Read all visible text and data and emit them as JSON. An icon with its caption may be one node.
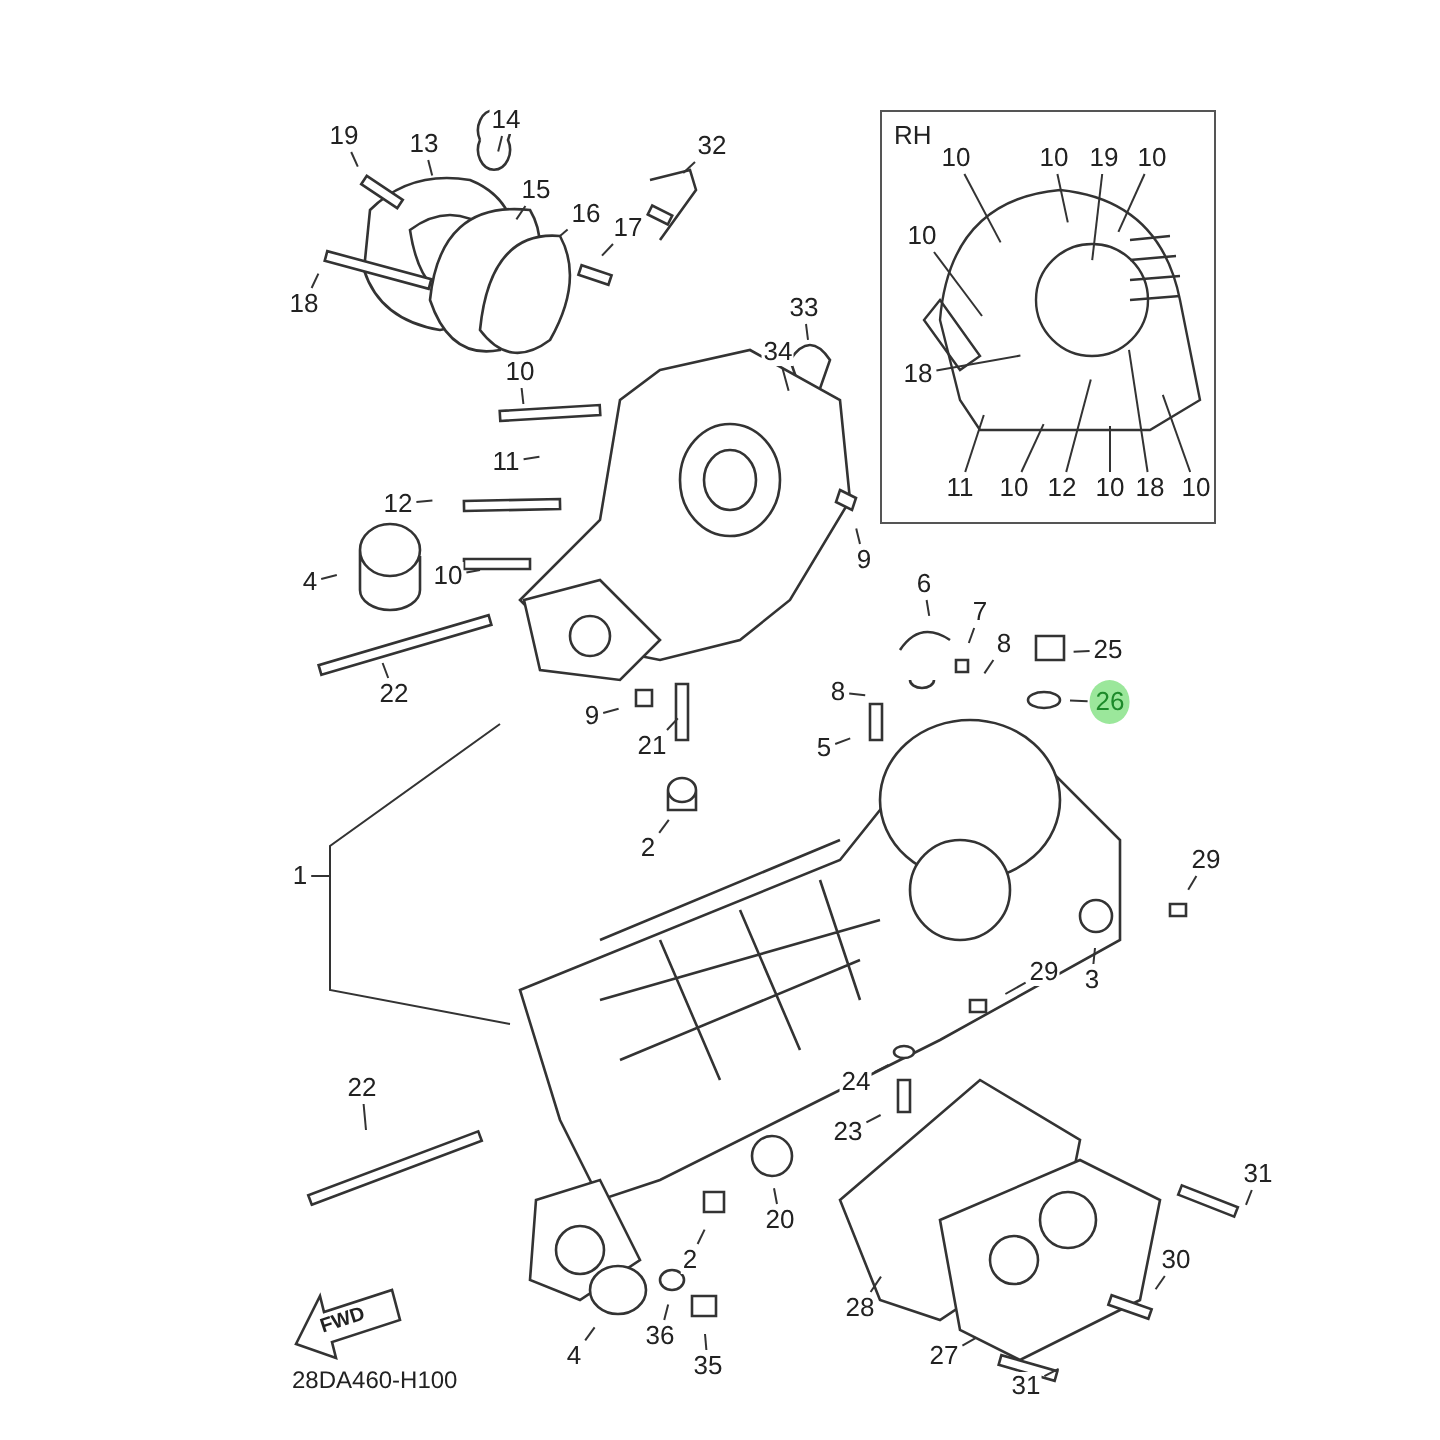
{
  "diagram": {
    "nodes": [
      {
        "text": [
          "14"
        ]
      },
      {
        "text": [
          "19"
        ]
      },
      {
        "text": [
          "13"
        ]
      },
      {
        "text": [
          "15"
        ]
      },
      {
        "text": [
          "16"
        ]
      },
      {
        "text": [
          "17"
        ]
      },
      {
        "text": [
          "18"
        ]
      },
      {
        "text": [
          "32"
        ]
      },
      {
        "text": [
          "33"
        ]
      },
      {
        "text": [
          "34"
        ]
      },
      {
        "text": [
          "10"
        ]
      },
      {
        "text": [
          "11"
        ]
      },
      {
        "text": [
          "12"
        ]
      },
      {
        "text": [
          "9"
        ]
      },
      {
        "text": [
          "4"
        ]
      },
      {
        "text": [
          "10"
        ]
      },
      {
        "text": [
          "22"
        ]
      },
      {
        "text": [
          "9"
        ]
      },
      {
        "text": [
          "21"
        ]
      },
      {
        "text": [
          "2"
        ]
      },
      {
        "text": [
          "1"
        ]
      },
      {
        "text": [
          "6"
        ]
      },
      {
        "text": [
          "7"
        ]
      },
      {
        "text": [
          "8"
        ]
      },
      {
        "text": [
          "25"
        ]
      },
      {
        "text": [
          "8"
        ]
      },
      {
        "text": [
          "26"
        ]
      },
      {
        "text": [
          "5"
        ]
      },
      {
        "text": [
          "29"
        ]
      },
      {
        "text": [
          "3"
        ]
      },
      {
        "text": [
          "29"
        ]
      },
      {
        "text": [
          "24"
        ]
      },
      {
        "text": [
          "23"
        ]
      },
      {
        "text": [
          "22"
        ]
      },
      {
        "text": [
          "20"
        ]
      },
      {
        "text": [
          "2"
        ]
      },
      {
        "text": [
          "36"
        ]
      },
      {
        "text": [
          "4"
        ]
      },
      {
        "text": [
          "35"
        ]
      },
      {
        "text": [
          "28"
        ]
      },
      {
        "text": [
          "27"
        ]
      },
      {
        "text": [
          "31"
        ]
      },
      {
        "text": [
          "30"
        ]
      },
      {
        "text": [
          "31"
        ]
      },
      {
        "text": [
          "RH"
        ]
      },
      {
        "text": [
          "10"
        ],
        "in": 44
      },
      {
        "text": [
          "10"
        ],
        "in": 44
      },
      {
        "text": [
          "19"
        ],
        "in": 44
      },
      {
        "text": [
          "10"
        ],
        "in": 44
      },
      {
        "text": [
          "10"
        ],
        "in": 44
      },
      {
        "text": [
          "18"
        ],
        "in": 44
      },
      {
        "text": [
          "11"
        ],
        "in": 44
      },
      {
        "text": [
          "10"
        ],
        "in": 44
      },
      {
        "text": [
          "12"
        ],
        "in": 44
      },
      {
        "text": [
          "10"
        ],
        "in": 44
      },
      {
        "text": [
          "18"
        ],
        "in": 44
      },
      {
        "text": [
          "10"
        ],
        "in": 44
      }
    ],
    "edges": [
      {
        "from": 0,
        "to": null,
        "arrow": "none"
      },
      {
        "from": 1,
        "to": null,
        "arrow": "none"
      },
      {
        "from": 2,
        "to": null,
        "arrow": "none"
      },
      {
        "from": 3,
        "to": null,
        "arrow": "none"
      },
      {
        "from": 4,
        "to": null,
        "arrow": "none"
      },
      {
        "from": 5,
        "to": null,
        "arrow": "none"
      },
      {
        "from": 6,
        "to": null,
        "arrow": "none"
      },
      {
        "from": 7,
        "to": null,
        "arrow": "none"
      },
      {
        "from": 8,
        "to": null,
        "arrow": "none"
      },
      {
        "from": 9,
        "to": null,
        "arrow": "none"
      },
      {
        "from": 10,
        "to": null,
        "arrow": "none"
      },
      {
        "from": 11,
        "to": null,
        "arrow": "none"
      },
      {
        "from": 12,
        "to": null,
        "arrow": "none"
      },
      {
        "from": 13,
        "to": null,
        "arrow": "none"
      },
      {
        "from": 14,
        "to": null,
        "arrow": "none"
      },
      {
        "from": 15,
        "to": null,
        "arrow": "none"
      },
      {
        "from": 16,
        "to": null,
        "arrow": "none"
      },
      {
        "from": 17,
        "to": null,
        "arrow": "none"
      },
      {
        "from": 18,
        "to": null,
        "arrow": "none"
      },
      {
        "from": 19,
        "to": null,
        "arrow": "none"
      },
      {
        "from": 20,
        "to": null,
        "arrow": "none"
      },
      {
        "from": 21,
        "to": null,
        "arrow": "none"
      },
      {
        "from": 22,
        "to": null,
        "arrow": "none"
      },
      {
        "from": 23,
        "to": null,
        "arrow": "none"
      },
      {
        "from": 24,
        "to": null,
        "arrow": "none"
      },
      {
        "from": 25,
        "to": null,
        "arrow": "none"
      },
      {
        "from": 26,
        "to": null,
        "arrow": "none"
      },
      {
        "from": 27,
        "to": null,
        "arrow": "none"
      },
      {
        "from": 28,
        "to": null,
        "arrow": "none"
      },
      {
        "from": 29,
        "to": null,
        "arrow": "none"
      },
      {
        "from": 30,
        "to": null,
        "arrow": "none"
      },
      {
        "from": 31,
        "to": null,
        "arrow": "none"
      },
      {
        "from": 32,
        "to": null,
        "arrow": "none"
      },
      {
        "from": 33,
        "to": null,
        "arrow": "none"
      },
      {
        "from": 34,
        "to": null,
        "arrow": "none"
      },
      {
        "from": 35,
        "to": null,
        "arrow": "none"
      },
      {
        "from": 36,
        "to": null,
        "arrow": "none"
      },
      {
        "from": 37,
        "to": null,
        "arrow": "none"
      },
      {
        "from": 38,
        "to": null,
        "arrow": "none"
      },
      {
        "from": 39,
        "to": null,
        "arrow": "none"
      },
      {
        "from": 40,
        "to": null,
        "arrow": "none"
      },
      {
        "from": 41,
        "to": null,
        "arrow": "none"
      },
      {
        "from": 42,
        "to": null,
        "arrow": "none"
      },
      {
        "from": 43,
        "to": null,
        "arrow": "none"
      },
      {
        "from": 45,
        "to": null,
        "arrow": "none"
      },
      {
        "from": 46,
        "to": null,
        "arrow": "none"
      },
      {
        "from": 47,
        "to": null,
        "arrow": "none"
      },
      {
        "from": 48,
        "to": null,
        "arrow": "none"
      },
      {
        "from": 49,
        "to": null,
        "arrow": "none"
      },
      {
        "from": 50,
        "to": null,
        "arrow": "none"
      },
      {
        "from": 51,
        "to": null,
        "arrow": "none"
      },
      {
        "from": 52,
        "to": null,
        "arrow": "none"
      },
      {
        "from": 53,
        "to": null,
        "arrow": "none"
      },
      {
        "from": 54,
        "to": null,
        "arrow": "none"
      },
      {
        "from": 55,
        "to": null,
        "arrow": "none"
      },
      {
        "from": 56,
        "to": null,
        "arrow": "none"
      }
    ],
    "labels": [
      "FWD",
      "28DA460-H100"
    ]
  }
}
